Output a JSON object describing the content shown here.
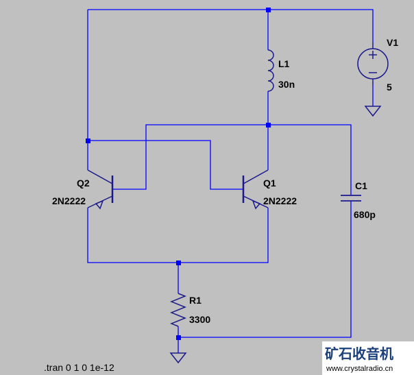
{
  "schematic": {
    "components": {
      "V1": {
        "name": "V1",
        "value": "5"
      },
      "L1": {
        "name": "L1",
        "value": "30n"
      },
      "C1": {
        "name": "C1",
        "value": "680p"
      },
      "R1": {
        "name": "R1",
        "value": "3300"
      },
      "Q1": {
        "name": "Q1",
        "model": "2N2222"
      },
      "Q2": {
        "name": "Q2",
        "model": "2N2222"
      }
    },
    "directive": ".tran 0 1 0 1e-12"
  },
  "watermark": {
    "title": "矿石收音机",
    "url": "www.crystalradio.cn"
  },
  "colors": {
    "background": "#c0c0c0",
    "wire": "#0000ff",
    "component": "#1a1a8c",
    "text": "#000000"
  }
}
